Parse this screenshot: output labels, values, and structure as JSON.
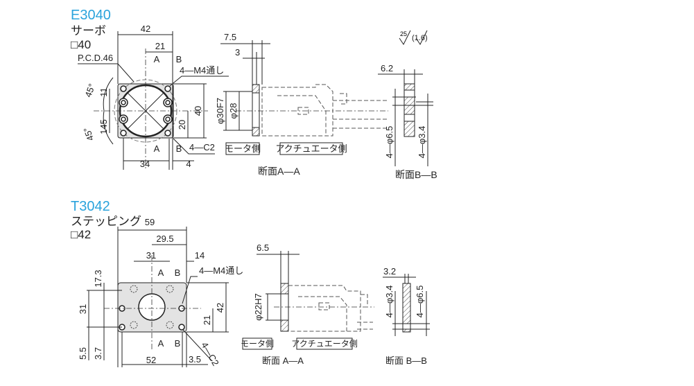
{
  "e3040": {
    "title": "E3040",
    "type": "サーボ",
    "size": "□40",
    "front": {
      "w42": "42",
      "d21": "21",
      "a": "A",
      "b": "B",
      "pcd": "P.C.D.46",
      "m4": "4—M4通し",
      "h40": "40",
      "h20": "20",
      "h11": "11",
      "h145": "145",
      "ang1": "45°",
      "ang2": "45°",
      "c2": "4—C2",
      "d34": "34",
      "d4": "4"
    },
    "section_a": {
      "t75": "7.5",
      "t3": "3",
      "phi30": "φ30F7",
      "phi28": "φ28",
      "motor": "モータ側",
      "actuator": "アクチュエータ側",
      "label": "断面A—A"
    },
    "section_b": {
      "t62": "6.2",
      "phi65": "4—φ6.5",
      "phi34": "4—φ3.4",
      "label": "断面B—B"
    },
    "roughness": {
      "r25": "25",
      "r16": "(1.6)"
    }
  },
  "t3042": {
    "title": "T3042",
    "type": "ステッピング",
    "size": "□42",
    "front": {
      "w59": "59",
      "d295": "29.5",
      "d31": "31",
      "d14": "14",
      "a": "A",
      "b": "B",
      "m4": "4—M4通し",
      "h173": "17.3",
      "h31": "31",
      "h42": "42",
      "h21": "21",
      "h55": "5.5",
      "h37": "3.7",
      "c2": "4—C2",
      "d52": "52",
      "d35": "3.5"
    },
    "section_a": {
      "t65": "6.5",
      "phi22": "φ22H7",
      "motor": "モータ側",
      "actuator": "アクチュエータ側",
      "label": "断面 A—A"
    },
    "section_b": {
      "t32": "3.2",
      "phi34": "4—φ3.4",
      "phi65": "4—φ6.5",
      "label": "断面 B—B"
    }
  }
}
